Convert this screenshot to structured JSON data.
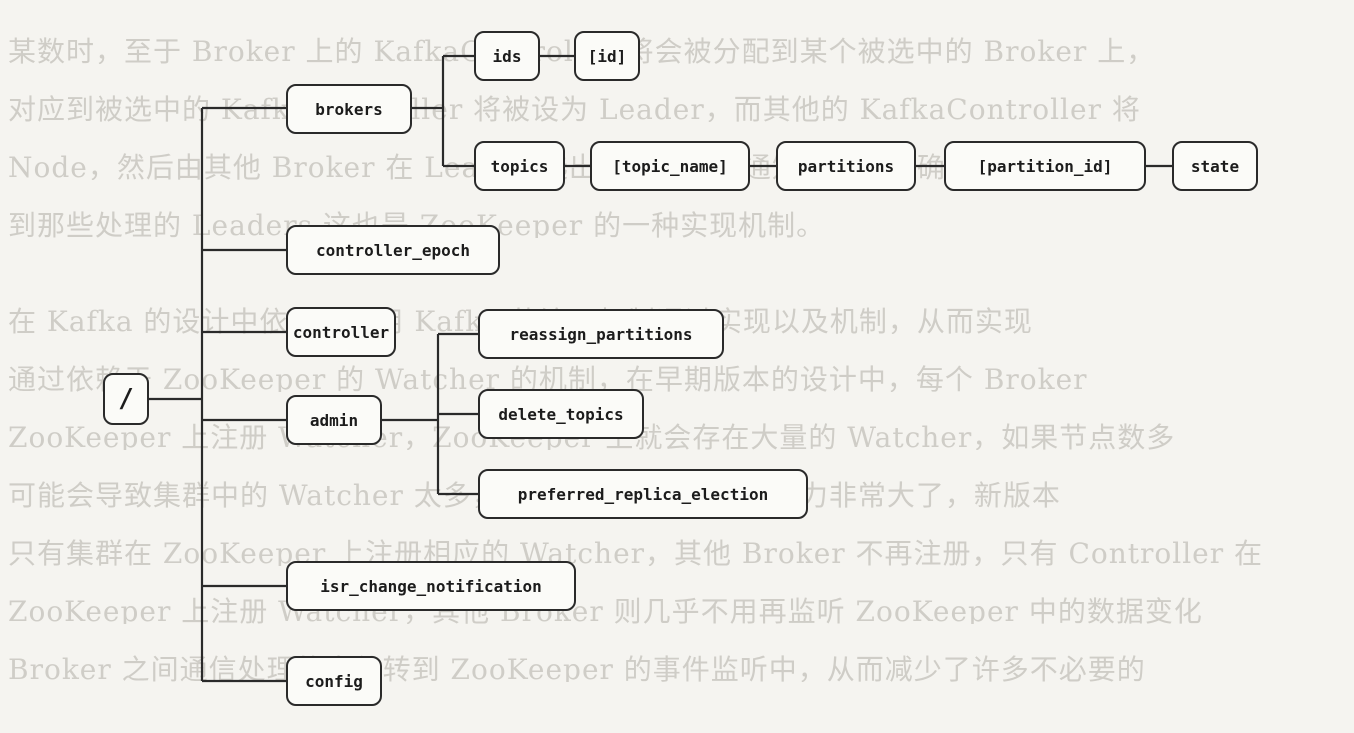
{
  "background_text": [
    "某数时，至于 Broker 上的 KafkaController 将会被分配到某个被选中的 Broker 上，",
    "对应到被选中的 KafkaController 将被设为 Leader，而其他的 KafkaController 将",
    "Node，然后由其他 Broker 在 Leader 选出后进行监听通知，再次将确定的最新状态",
    "到那些处理的 Leaders 这也是 ZooKeeper 的一种实现机制。",
    "",
    "在 Kafka 的设计中依赖于利用 Kafka 的注册机制通过实现以及机制，从而实现",
    "通过依赖于 ZooKeeper 的 Watcher 的机制，在早期版本的设计中，每个 Broker",
    "ZooKeeper 上注册 Watcher，ZooKeeper 上就会存在大量的 Watcher，如果节点数多",
    "可能会导致集群中的 Watcher 太多，导致 ZooKeeper 的压力非常大了，新版本",
    "只有集群在 ZooKeeper 上注册相应的 Watcher，其他 Broker 不再注册，只有 Controller 在",
    "ZooKeeper 上注册 Watcher，其他 Broker 则几乎不用再监听 ZooKeeper 中的数据变化",
    "Broker 之间通信处理的事件转到 ZooKeeper 的事件监听中，从而减少了许多不必要的"
  ],
  "tree": {
    "root": "/",
    "level1": {
      "brokers": "brokers",
      "controller_epoch": "controller_epoch",
      "controller": "controller",
      "admin": "admin",
      "isr_change_notification": "isr_change_notification",
      "config": "config"
    },
    "brokers_children": {
      "ids": "ids",
      "id": "[id]",
      "topics": "topics",
      "topic_name": "[topic_name]",
      "partitions": "partitions",
      "partition_id": "[partition_id]",
      "state": "state"
    },
    "admin_children": {
      "reassign_partitions": "reassign_partitions",
      "delete_topics": "delete_topics",
      "preferred_replica_election": "preferred_replica_election"
    }
  },
  "colors": {
    "line": "#2a2a2a",
    "node_border": "#2a2a2a",
    "node_fill": "#fbfbf8",
    "background": "#f5f4f0"
  }
}
